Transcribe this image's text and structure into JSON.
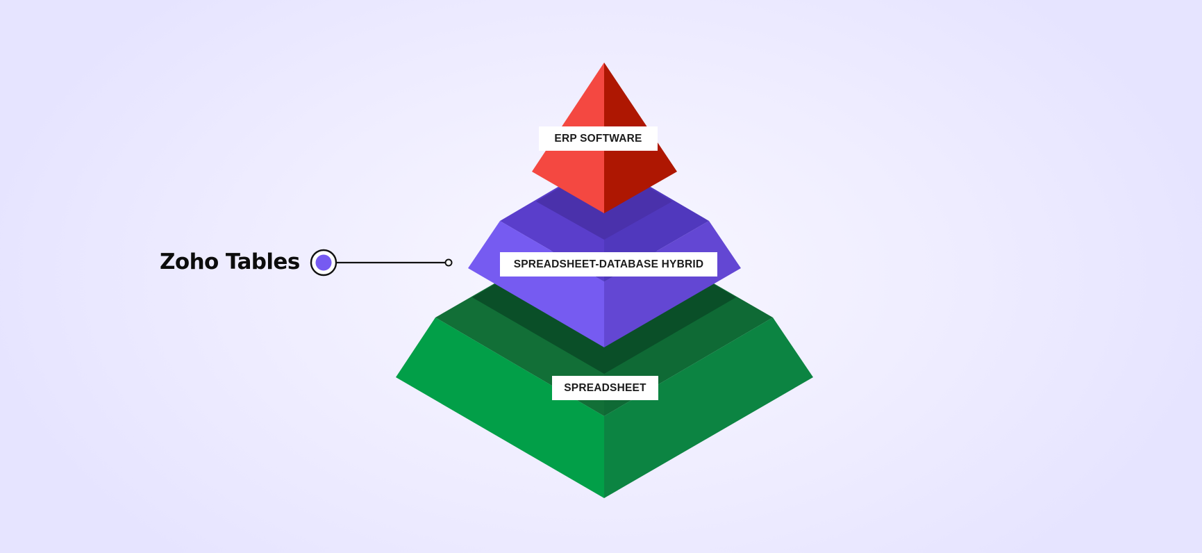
{
  "diagram": {
    "type": "layered-pyramid",
    "layers": [
      {
        "id": "top",
        "label": "ERP SOFTWARE",
        "colors": {
          "left": "#f44841",
          "right": "#ae1702"
        }
      },
      {
        "id": "middle",
        "label": "SPREADSHEET-DATABASE HYBRID",
        "colors": {
          "left": "#765bf1",
          "right": "#6347d3",
          "top_left": "#5a3ecb",
          "top_right": "#5038bd",
          "top_inner": "#4a31ab"
        }
      },
      {
        "id": "bottom",
        "label": "SPREADSHEET",
        "colors": {
          "left": "#029f48",
          "right": "#0c8442",
          "top_left": "#126f37",
          "top_right": "#0f6a35",
          "top_inner": "#0a4f28"
        }
      }
    ],
    "callout": {
      "text": "Zoho Tables",
      "target_layer": "middle",
      "marker_color": "#765bf1",
      "line_color": "#111111"
    }
  }
}
